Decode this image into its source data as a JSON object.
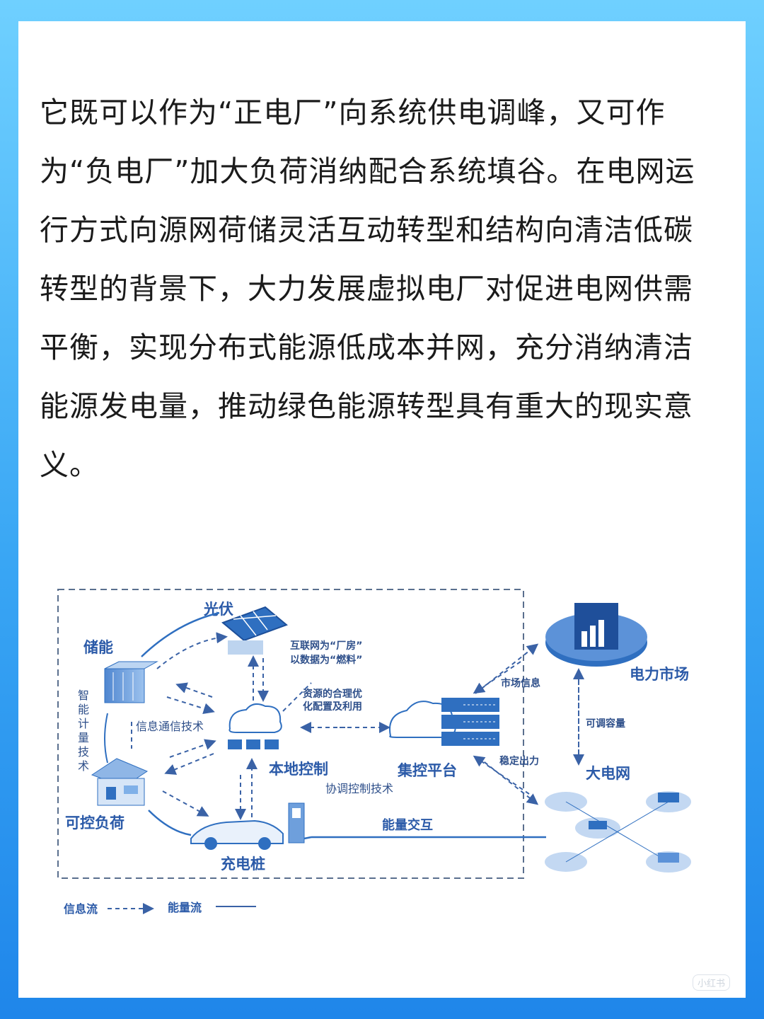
{
  "paragraph": "它既可以作为“正电厂”向系统供电调峰，又可作为“负电厂”加大负荷消纳配合系统填谷。在电网运行方式向源网荷储灵活互动转型和结构向清洁低碳转型的背景下，大力发展虚拟电厂对促进电网供需平衡，实现分布式能源低成本并网，充分消纳清洁能源发电量，推动绿色能源转型具有重大的现实意义。",
  "diagram": {
    "pv": "光伏",
    "storage": "储能",
    "controllable_load": "可控负荷",
    "charging_pile": "充电桩",
    "local_control": "本地控制",
    "central_platform": "集控平台",
    "power_market": "电力市场",
    "grid": "大电网",
    "internet_line1": "互联网为“厂房”",
    "internet_line2": "以数据为“燃料”",
    "resource_line1": "资源的合理优",
    "resource_line2": "化配置及利用",
    "info_comm": "信息通信技术",
    "smart_metering": [
      "智",
      "能",
      "计",
      "量",
      "技",
      "术"
    ],
    "coordination": "协调控制技术",
    "market_info": "市场信息",
    "stable_output": "稳定出力",
    "adjustable_capacity": "可调容量",
    "energy_exchange": "能量交互",
    "legend_info": "信息流",
    "legend_energy": "能量流"
  },
  "watermark": "小红书",
  "colors": {
    "primary": "#2f6fc0",
    "light": "#7fb0e8",
    "dashed": "#3a62a6"
  }
}
